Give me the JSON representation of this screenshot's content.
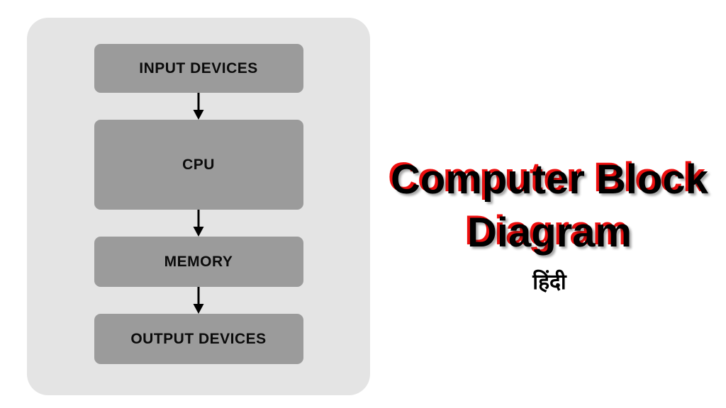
{
  "page": {
    "background_color": "#ffffff"
  },
  "diagram": {
    "panel_color": "#e4e4e4",
    "block_color": "#9b9b9b",
    "arrow_color": "#000000",
    "blocks": [
      {
        "label": "INPUT DEVICES"
      },
      {
        "label": "CPU"
      },
      {
        "label": "MEMORY"
      },
      {
        "label": "OUTPUT DEVICES"
      }
    ]
  },
  "title": {
    "line1": "Computer Block",
    "line2": "Diagram",
    "subtitle": "हिंदी",
    "text_color": "#000000",
    "accent_color": "#ee0f0f"
  }
}
